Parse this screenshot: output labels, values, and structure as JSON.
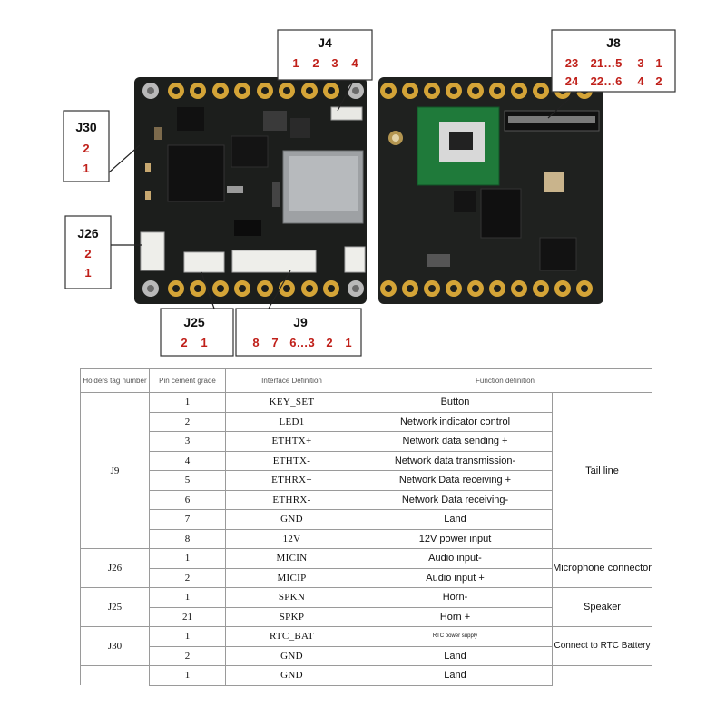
{
  "figure": {
    "boards": [
      "front",
      "back"
    ],
    "labels": {
      "j4": {
        "name": "J4",
        "pins": [
          "1",
          "2",
          "3",
          "4"
        ]
      },
      "j8": {
        "name": "J8",
        "row1": [
          "23",
          "21…5",
          "3",
          "1"
        ],
        "row2": [
          "24",
          "22…6",
          "4",
          "2"
        ]
      },
      "j30": {
        "name": "J30",
        "pins": [
          "2",
          "1"
        ]
      },
      "j26": {
        "name": "J26",
        "pins": [
          "2",
          "1"
        ]
      },
      "j25": {
        "name": "J25",
        "pins": [
          "2",
          "1"
        ]
      },
      "j9": {
        "name": "J9",
        "pins": [
          "8",
          "7",
          "6…3",
          "2",
          "1"
        ]
      }
    },
    "colors": {
      "pcb": "#1c1e1c",
      "pad": "#d4a437",
      "pin_number": "#c0201a",
      "wifi_module": "#1f7a3a"
    }
  },
  "table": {
    "headers": {
      "tag": "Holders tag number",
      "pin": "Pin cement grade",
      "iface": "Interface Definition",
      "func": "Function definition"
    },
    "groups": [
      {
        "tag": "J9",
        "group_function": "Tail line",
        "rows": [
          {
            "pin": "1",
            "iface": "KEY_SET",
            "func": "Button"
          },
          {
            "pin": "2",
            "iface": "LED1",
            "func": "Network indicator control"
          },
          {
            "pin": "3",
            "iface": "ETHTX+",
            "func": "Network data sending +"
          },
          {
            "pin": "4",
            "iface": "ETHTX-",
            "func": "Network data transmission-"
          },
          {
            "pin": "5",
            "iface": "ETHRX+",
            "func": "Network Data receiving +"
          },
          {
            "pin": "6",
            "iface": "ETHRX-",
            "func": "Network Data receiving-"
          },
          {
            "pin": "7",
            "iface": "GND",
            "func": "Land"
          },
          {
            "pin": "8",
            "iface": "12V",
            "func": "12V power input"
          }
        ]
      },
      {
        "tag": "J26",
        "group_function": "Microphone connector",
        "rows": [
          {
            "pin": "1",
            "iface": "MICIN",
            "func": "Audio input-"
          },
          {
            "pin": "2",
            "iface": "MICIP",
            "func": "Audio input +"
          }
        ]
      },
      {
        "tag": "J25",
        "group_function": "Speaker",
        "rows": [
          {
            "pin": "1",
            "iface": "SPKN",
            "func": "Horn-"
          },
          {
            "pin": "21",
            "iface": "SPKP",
            "func": "Horn +"
          }
        ]
      },
      {
        "tag": "J30",
        "group_function": "Connect to RTC Battery",
        "rows": [
          {
            "pin": "1",
            "iface": "RTC_BAT",
            "func": "RTC power supply"
          },
          {
            "pin": "2",
            "iface": "GND",
            "func": "Land"
          }
        ]
      },
      {
        "tag": "",
        "group_function": "",
        "rows": [
          {
            "pin": "1",
            "iface": "GND",
            "func": "Land"
          }
        ]
      }
    ]
  }
}
